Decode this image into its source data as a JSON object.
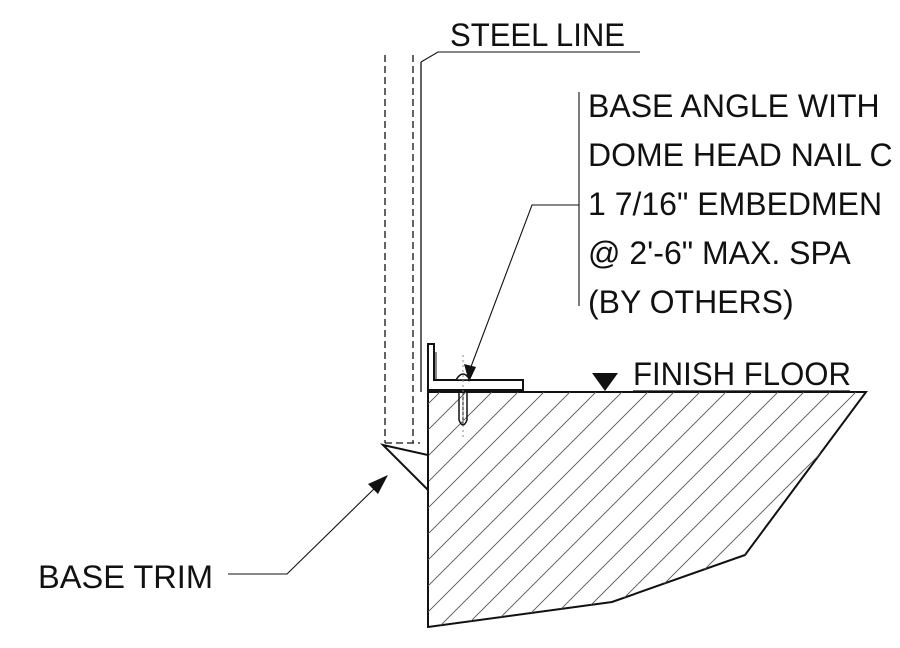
{
  "labels": {
    "steel_line": "STEEL LINE",
    "base_angle": [
      "BASE ANGLE WITH",
      "DOME HEAD NAIL C",
      "1 7/16\" EMBEDMEN",
      "@ 2'-6\" MAX. SPA",
      "(BY OTHERS)"
    ],
    "finish_floor": "FINISH FLOOR",
    "base_trim": "BASE TRIM"
  },
  "colors": {
    "line": "#111111",
    "background": "#ffffff"
  }
}
